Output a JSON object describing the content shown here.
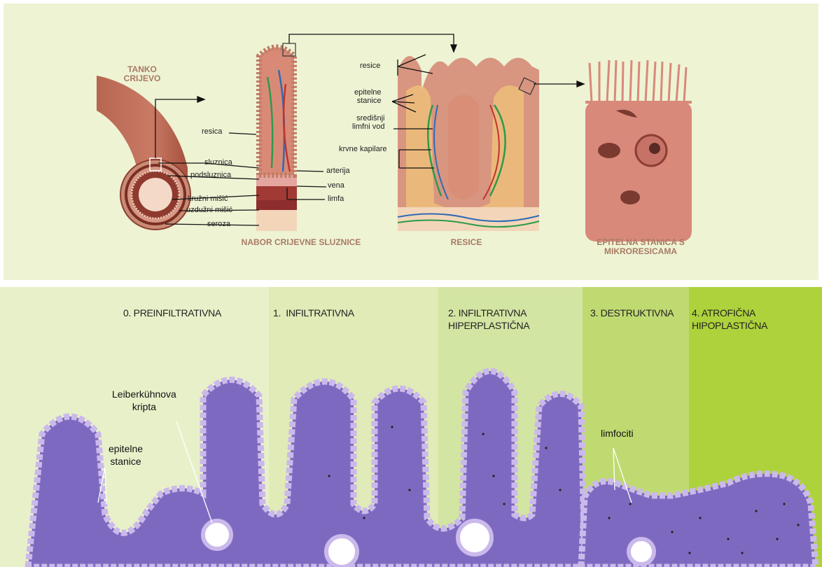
{
  "colors": {
    "top_bg": "#eef3d4",
    "stage0_bg": "#e8f0c9",
    "stage1_bg": "#e0ebb7",
    "stage2_bg": "#d3e5a2",
    "stage3_bg": "#c0da72",
    "stage4_bg": "#aed23c",
    "tissue": "#7d6ac0",
    "intestine": "#b5614d",
    "title_text": "#a97a64"
  },
  "top_diagram": {
    "titles": {
      "small_intestine": "TANKO\nCRIJEVO",
      "mucosa_fold": "NABOR CRIJEVNE SLUZNICE",
      "villi": "RESICE",
      "epithelial_cell": "EPITELNA STANICA S\nMIKRORESICAMA"
    },
    "labels": {
      "resica": "resica",
      "sluznica": "sluznica",
      "podsluznica": "podsluznica",
      "kruzni_misic": "kružni mišić",
      "uzduzni_misic": "uzdužni mišić",
      "seroza": "seroza",
      "arterija": "arterija",
      "vena": "vena",
      "limfa": "limfa",
      "resice": "resice",
      "epitelne_stanice": "epitelne\nstanice",
      "sredisnji_limfni_vod": "središnji\nlimfni vod",
      "krvne_kapilare": "krvne kapilare"
    }
  },
  "stages": [
    {
      "label": "0. PREINFILTRATIVNA"
    },
    {
      "label": "1.  INFILTRATIVNA"
    },
    {
      "label": "2. INFILTRATIVNA\nHIPERPLASTIČNA"
    },
    {
      "label": "3. DESTRUKTIVNA"
    },
    {
      "label": "4. ATROFIČNA\nHIPOPLASTIČNA"
    }
  ],
  "bottom_labels": {
    "krypta": "Leiberkühnova\nkripta",
    "epitelne_stanice": "epitelne\nstanice",
    "limfociti": "limfociti"
  }
}
